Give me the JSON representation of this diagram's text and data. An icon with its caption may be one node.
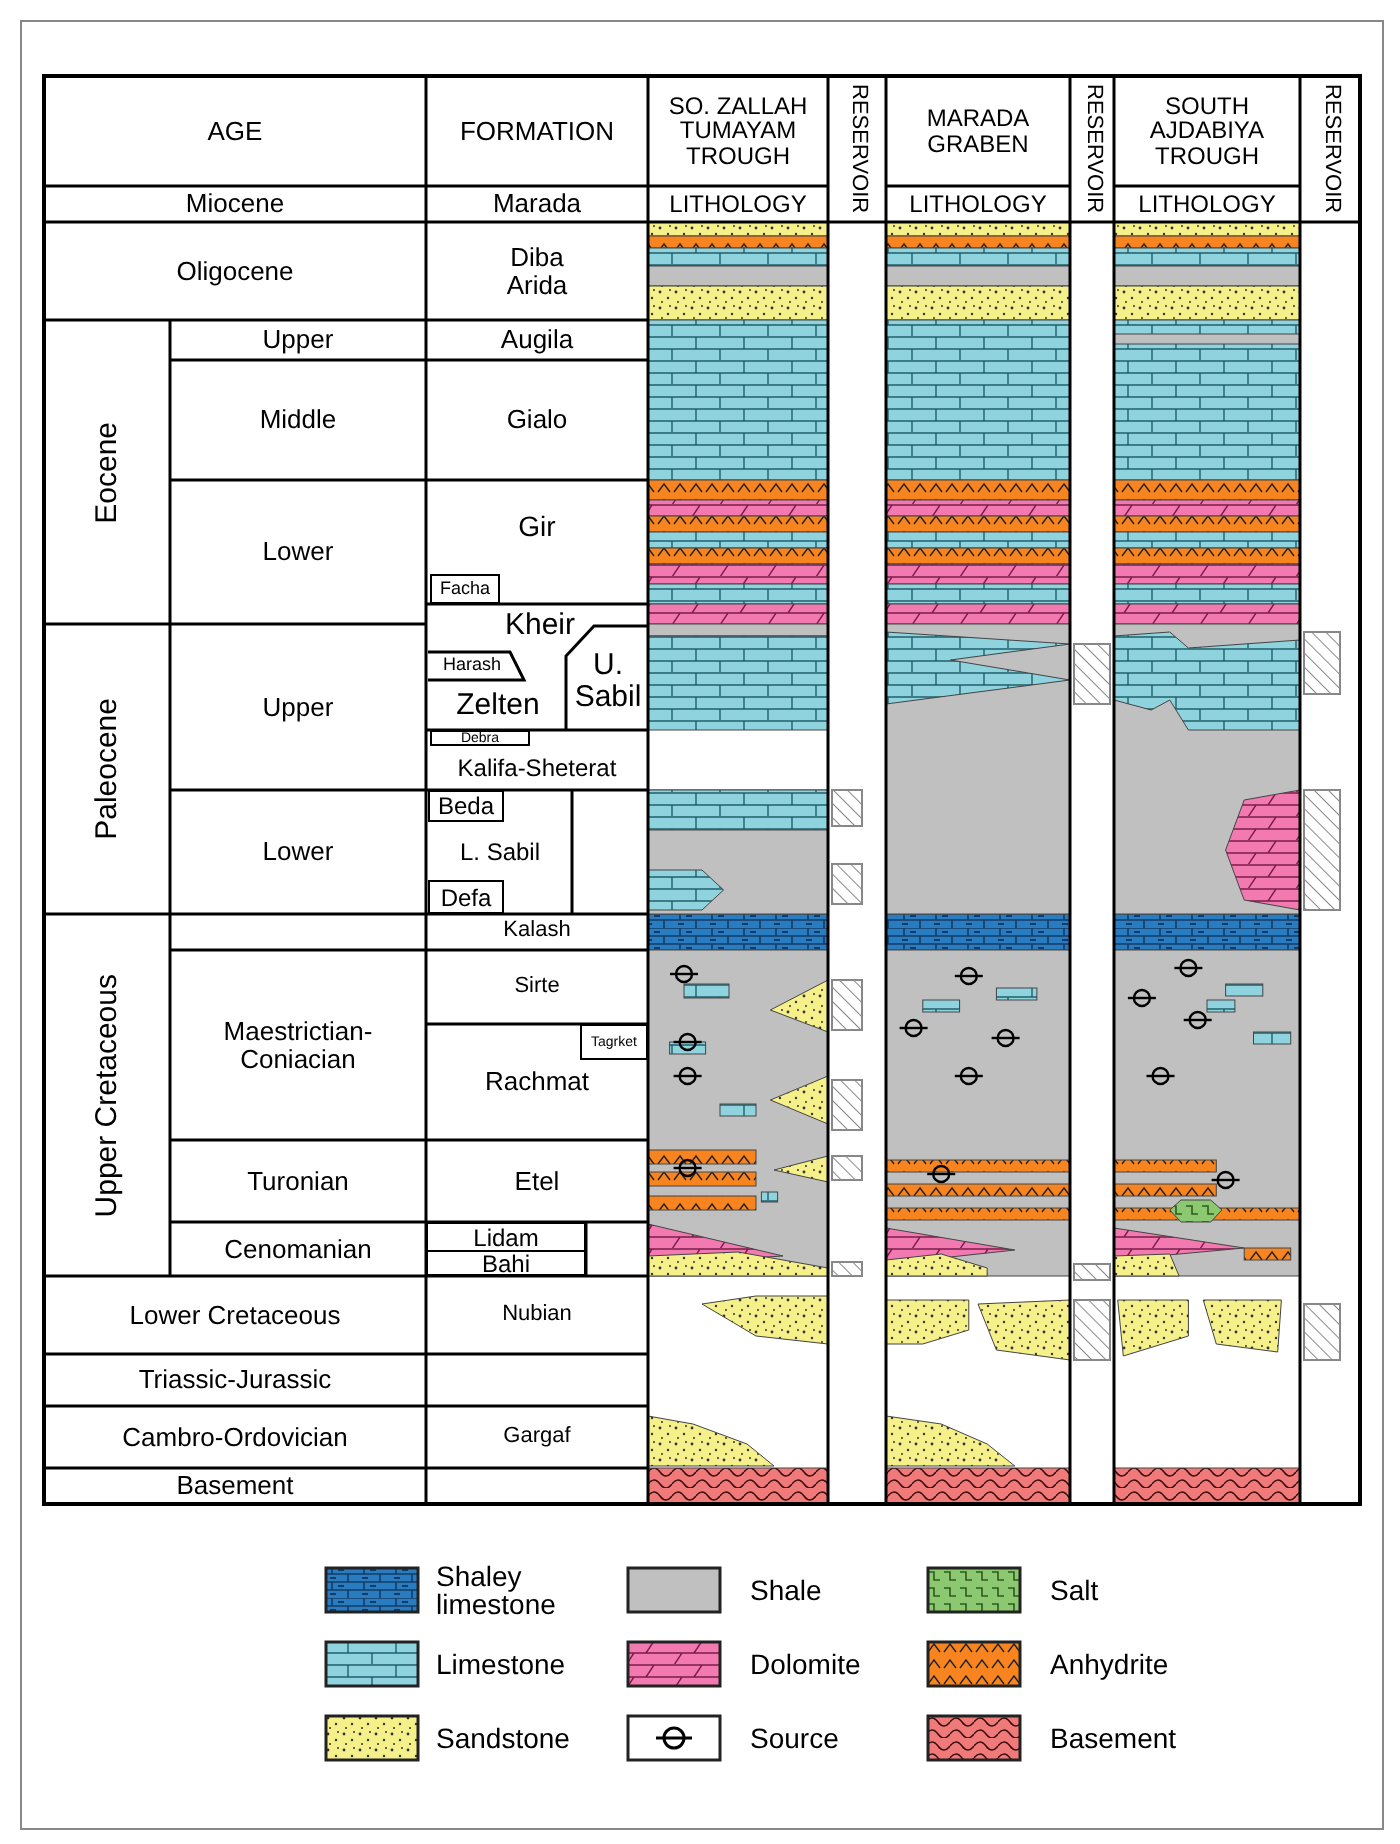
{
  "diagram": {
    "labels": [
      "AGE",
      "FORMATION",
      "SO. ZALLAH TUMAYAM TROUGH",
      "RESERVOIR",
      "MARADA GRABEN",
      "RESERVOIR",
      "SOUTH AJDABIYA TROUGH",
      "RESERVOIR",
      "Miocene",
      "Marada",
      "LITHOLOGY",
      "LITHOLOGY",
      "LITHOLOGY",
      "Oligocene",
      "Diba Arida",
      "Eocene",
      "Upper",
      "Augila",
      "Middle",
      "Gialo",
      "Lower",
      "Gir",
      "Facha",
      "Paleocene",
      "Upper",
      "Kheir",
      "Harash",
      "U. Sabil",
      "Zelten",
      "Debra",
      "Kalifa-Sheterat",
      "Lower",
      "Beda",
      "L. Sabil",
      "Defa",
      "Upper Cretaceous",
      "Kalash",
      "Maestrictian-Coniacian",
      "Sirte",
      "Tagrket",
      "Rachmat",
      "Turonian",
      "Etel",
      "Cenomanian",
      "Lidam",
      "Bahi",
      "Lower Cretaceous",
      "Nubian",
      "Triassic-Jurassic",
      "Cambro-Ordovician",
      "Gargaf",
      "Basement"
    ],
    "legend": [
      {
        "text": "Shaley limestone",
        "color": "#2a7cc0"
      },
      {
        "text": "Shale",
        "color": "#c0c0c0"
      },
      {
        "text": "Salt",
        "color": "#8cc870"
      },
      {
        "text": "Limestone",
        "color": "#8fd3df"
      },
      {
        "text": "Dolomite",
        "color": "#f27ab0"
      },
      {
        "text": "Anhydrite",
        "color": "#f7841e"
      },
      {
        "text": "Sandstone",
        "color": "#f5f08a"
      },
      {
        "text": "Source"
      },
      {
        "text": "Basement",
        "color": "#f07a7a"
      }
    ]
  }
}
